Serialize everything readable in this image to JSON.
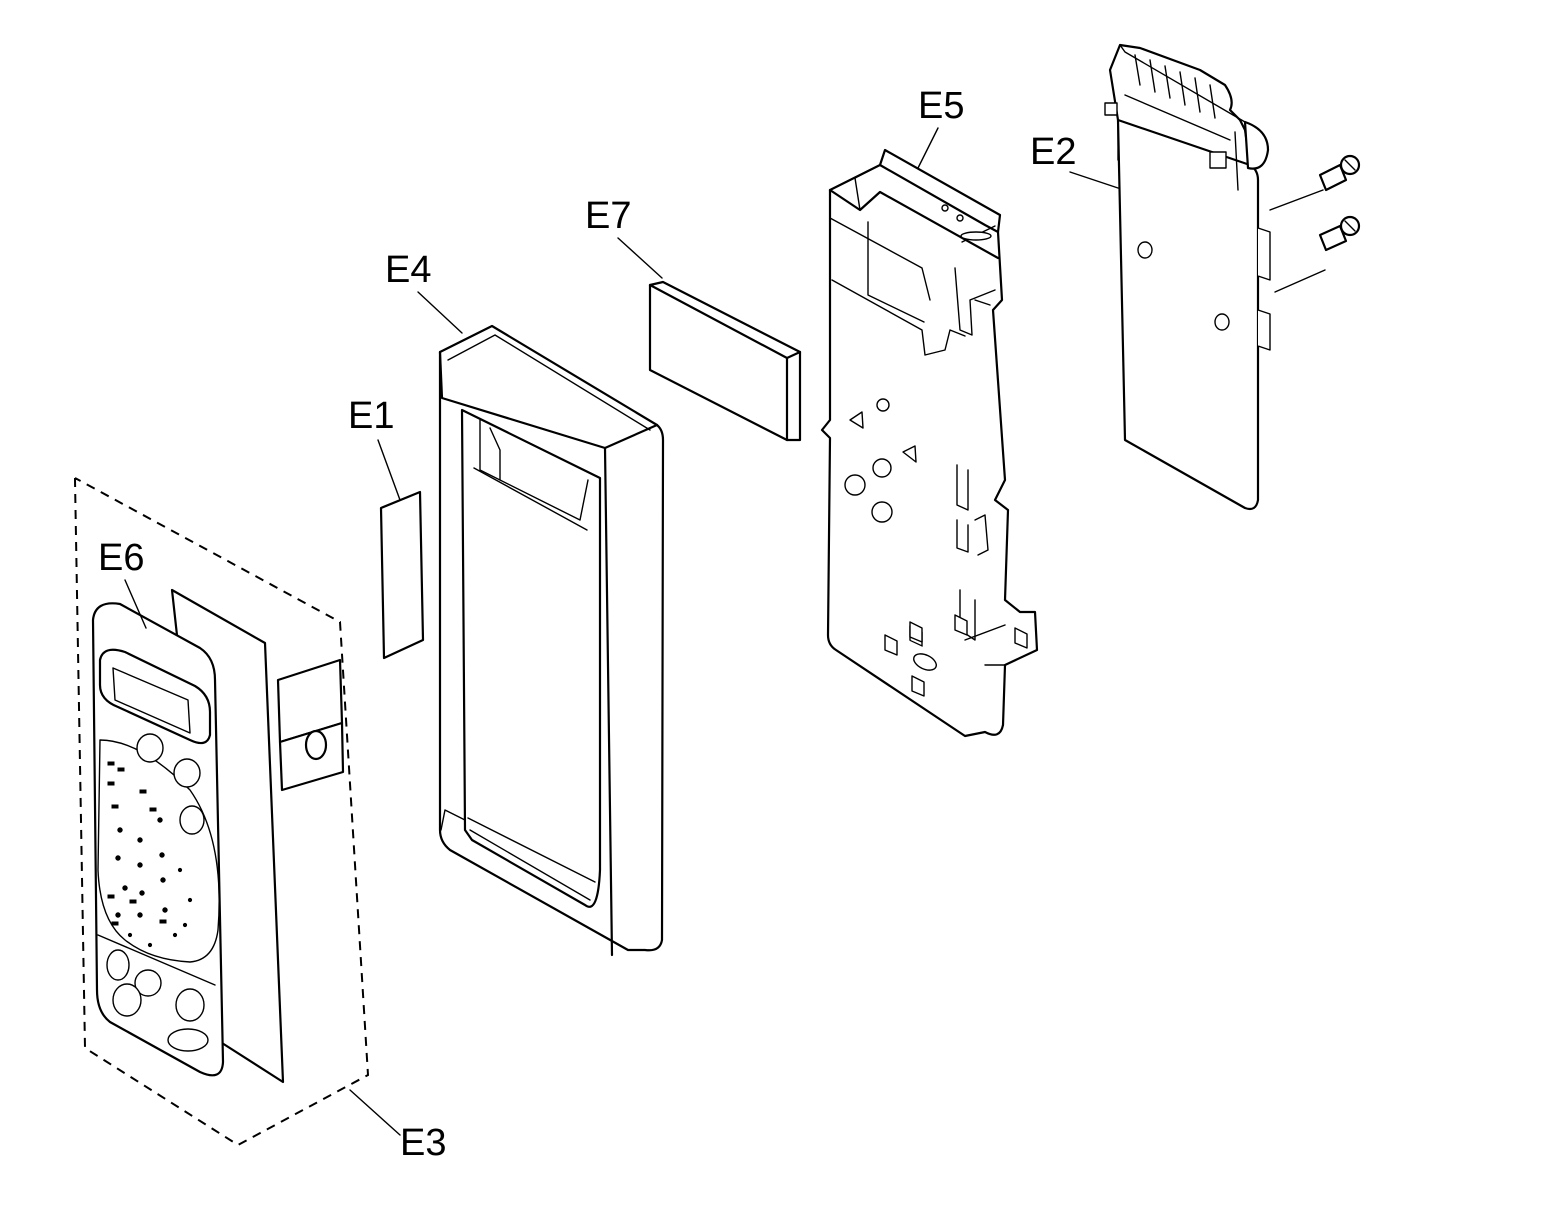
{
  "labels": {
    "E1": "E1",
    "E2": "E2",
    "E3": "E3",
    "E4": "E4",
    "E5": "E5",
    "E6": "E6",
    "E7": "E7"
  }
}
